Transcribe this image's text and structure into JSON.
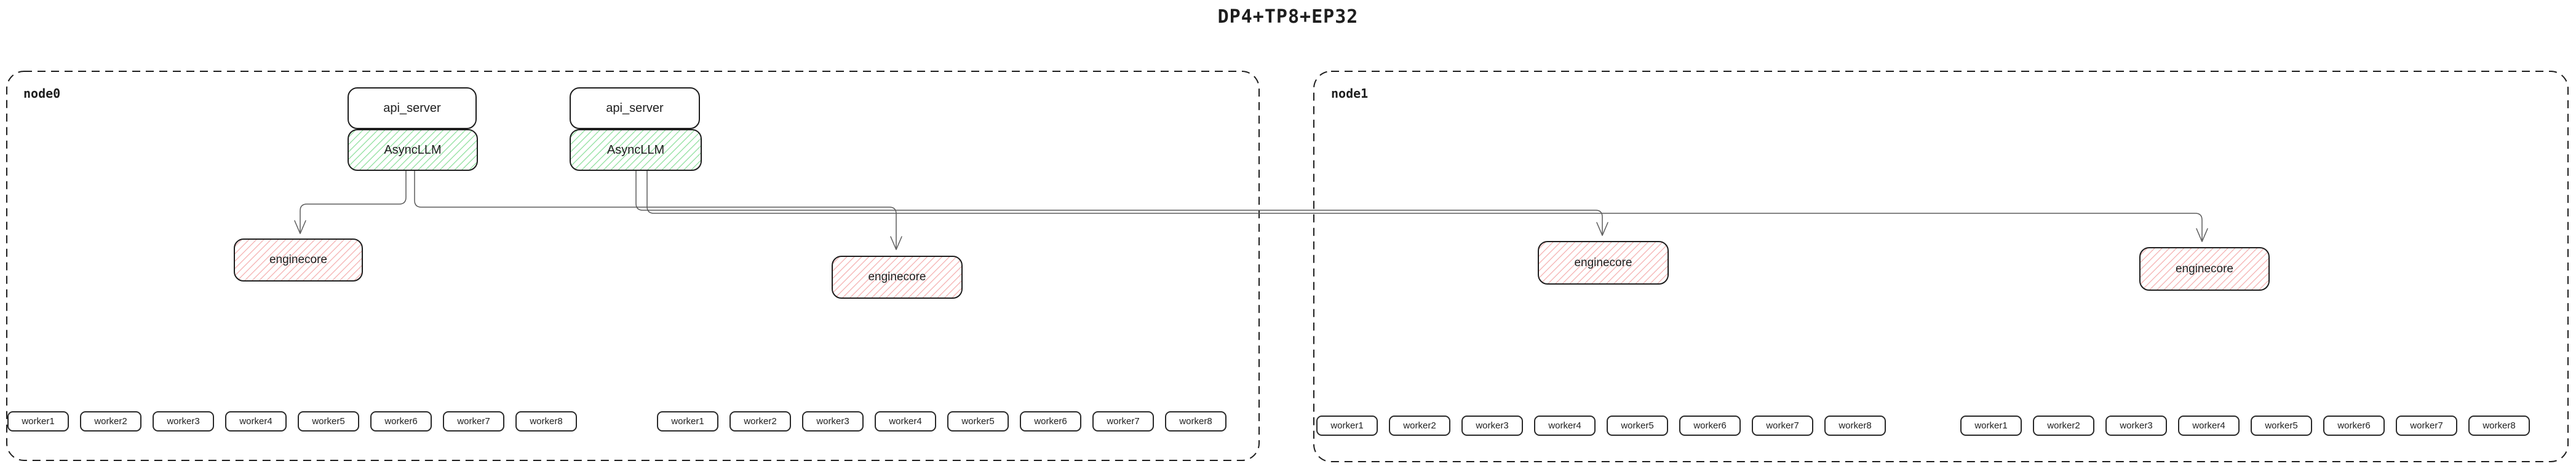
{
  "title": "DP4+TP8+EP32",
  "colors": {
    "ink": "#1e1e1e",
    "connector": "#5c5c5c",
    "asyncllm_hatch_green": "#9be3a8",
    "enginecore_hatch_pink": "#f6b9b9"
  },
  "nodes": [
    {
      "label": "node0",
      "server_stacks": [
        {
          "api_label": "api_server",
          "llm_label": "AsyncLLM"
        },
        {
          "api_label": "api_server",
          "llm_label": "AsyncLLM"
        }
      ],
      "enginecores": [
        {
          "label": "enginecore"
        },
        {
          "label": "enginecore"
        }
      ],
      "worker_groups": [
        [
          "worker1",
          "worker2",
          "worker3",
          "worker4",
          "worker5",
          "worker6",
          "worker7",
          "worker8"
        ],
        [
          "worker1",
          "worker2",
          "worker3",
          "worker4",
          "worker5",
          "worker6",
          "worker7",
          "worker8"
        ]
      ]
    },
    {
      "label": "node1",
      "server_stacks": [],
      "enginecores": [
        {
          "label": "enginecore"
        },
        {
          "label": "enginecore"
        }
      ],
      "worker_groups": [
        [
          "worker1",
          "worker2",
          "worker3",
          "worker4",
          "worker5",
          "worker6",
          "worker7",
          "worker8"
        ],
        [
          "worker1",
          "worker2",
          "worker3",
          "worker4",
          "worker5",
          "worker6",
          "worker7",
          "worker8"
        ]
      ]
    }
  ],
  "edges": [
    {
      "from": "node0.AsyncLLM.1",
      "to": "node0.enginecore.1"
    },
    {
      "from": "node0.AsyncLLM.1",
      "to": "node0.enginecore.2"
    },
    {
      "from": "node0.AsyncLLM.2",
      "to": "node1.enginecore.1"
    },
    {
      "from": "node0.AsyncLLM.2",
      "to": "node1.enginecore.2"
    }
  ]
}
